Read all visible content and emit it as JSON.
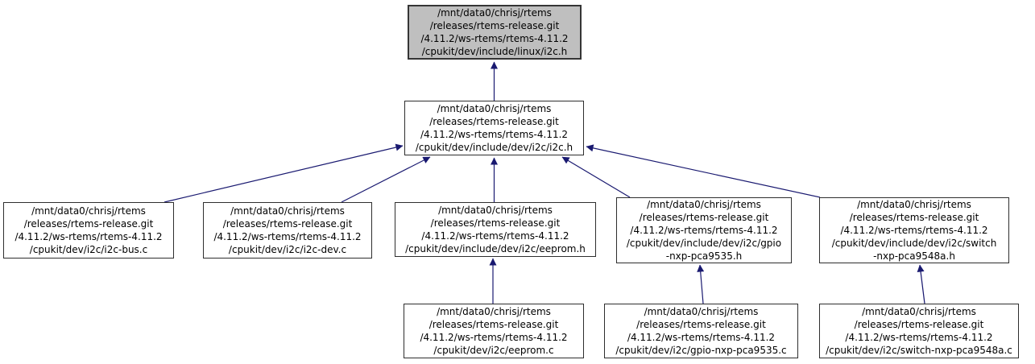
{
  "diagram": {
    "type": "include-dependency-graph",
    "background_color": "#ffffff",
    "edge_color": "#191970",
    "node_border_color": "#2e2e2e",
    "node_fill_color": "#ffffff",
    "highlighted_node_fill_color": "#bfbfbf"
  },
  "nodes": {
    "linux_i2c_h": {
      "text": "/mnt/data0/chrisj/rtems\n/releases/rtems-release.git\n/4.11.2/ws-rtems/rtems-4.11.2\n/cpukit/dev/include/linux/i2c.h",
      "highlighted": true
    },
    "dev_i2c_i2c_h": {
      "text": "/mnt/data0/chrisj/rtems\n/releases/rtems-release.git\n/4.11.2/ws-rtems/rtems-4.11.2\n/cpukit/dev/include/dev/i2c/i2c.h",
      "highlighted": false
    },
    "i2c_bus_c": {
      "text": "/mnt/data0/chrisj/rtems\n/releases/rtems-release.git\n/4.11.2/ws-rtems/rtems-4.11.2\n/cpukit/dev/i2c/i2c-bus.c",
      "highlighted": false
    },
    "i2c_dev_c": {
      "text": "/mnt/data0/chrisj/rtems\n/releases/rtems-release.git\n/4.11.2/ws-rtems/rtems-4.11.2\n/cpukit/dev/i2c/i2c-dev.c",
      "highlighted": false
    },
    "eeprom_h": {
      "text": "/mnt/data0/chrisj/rtems\n/releases/rtems-release.git\n/4.11.2/ws-rtems/rtems-4.11.2\n/cpukit/dev/include/dev/i2c/eeprom.h",
      "highlighted": false
    },
    "gpio_nxp_pca9535_h": {
      "text": "/mnt/data0/chrisj/rtems\n/releases/rtems-release.git\n/4.11.2/ws-rtems/rtems-4.11.2\n/cpukit/dev/include/dev/i2c/gpio\n-nxp-pca9535.h",
      "highlighted": false
    },
    "switch_nxp_pca9548a_h": {
      "text": "/mnt/data0/chrisj/rtems\n/releases/rtems-release.git\n/4.11.2/ws-rtems/rtems-4.11.2\n/cpukit/dev/include/dev/i2c/switch\n-nxp-pca9548a.h",
      "highlighted": false
    },
    "eeprom_c": {
      "text": "/mnt/data0/chrisj/rtems\n/releases/rtems-release.git\n/4.11.2/ws-rtems/rtems-4.11.2\n/cpukit/dev/i2c/eeprom.c",
      "highlighted": false
    },
    "gpio_nxp_pca9535_c": {
      "text": "/mnt/data0/chrisj/rtems\n/releases/rtems-release.git\n/4.11.2/ws-rtems/rtems-4.11.2\n/cpukit/dev/i2c/gpio-nxp-pca9535.c",
      "highlighted": false
    },
    "switch_nxp_pca9548a_c": {
      "text": "/mnt/data0/chrisj/rtems\n/releases/rtems-release.git\n/4.11.2/ws-rtems/rtems-4.11.2\n/cpukit/dev/i2c/switch-nxp-pca9548a.c",
      "highlighted": false
    }
  },
  "edges": [
    {
      "from": "dev_i2c_i2c_h",
      "to": "linux_i2c_h"
    },
    {
      "from": "i2c_bus_c",
      "to": "dev_i2c_i2c_h"
    },
    {
      "from": "i2c_dev_c",
      "to": "dev_i2c_i2c_h"
    },
    {
      "from": "eeprom_h",
      "to": "dev_i2c_i2c_h"
    },
    {
      "from": "gpio_nxp_pca9535_h",
      "to": "dev_i2c_i2c_h"
    },
    {
      "from": "switch_nxp_pca9548a_h",
      "to": "dev_i2c_i2c_h"
    },
    {
      "from": "eeprom_c",
      "to": "eeprom_h"
    },
    {
      "from": "gpio_nxp_pca9535_c",
      "to": "gpio_nxp_pca9535_h"
    },
    {
      "from": "switch_nxp_pca9548a_c",
      "to": "switch_nxp_pca9548a_h"
    }
  ]
}
